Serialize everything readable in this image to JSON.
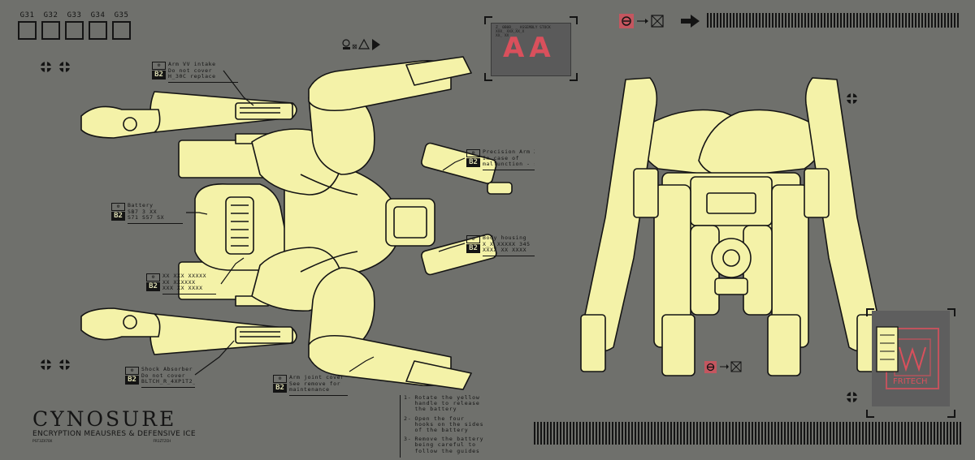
{
  "codes": [
    "G31",
    "G32",
    "G33",
    "G34",
    "G35"
  ],
  "warning_panel": {
    "big_text": "AA",
    "mini_lines": [
      "Z_ 0B0B_ _ ASSEMBLY STOCK",
      "XXX_ XXX_XX_X",
      "XX_ XX"
    ]
  },
  "callouts": [
    {
      "id": "arm-vii",
      "tag": "B2",
      "lines": [
        "Arm VV intake",
        "Do not cover",
        "H_30C replace"
      ]
    },
    {
      "id": "battery",
      "tag": "B2",
      "lines": [
        "Battery",
        "SB7 3 XX",
        "S71 S57 SX"
      ]
    },
    {
      "id": "joint-lower",
      "tag": "B2",
      "lines": [
        "XX XXX XXXXX",
        "XX XXXXXX",
        "XXX XX XXXX"
      ]
    },
    {
      "id": "shock",
      "tag": "B2",
      "lines": [
        "Shock Absorber",
        "Do not cover",
        "BLTCH_R_4XP1T2_"
      ]
    },
    {
      "id": "precision-arm",
      "tag": "B2",
      "lines": [
        "Precision Arm XV",
        "In case of",
        "malfunction - see"
      ]
    },
    {
      "id": "mid-right",
      "tag": "B2",
      "lines": [
        "Body housing",
        "X_X_XXXXX 345",
        "XXXX XX XXXX"
      ]
    },
    {
      "id": "arm-joint",
      "tag": "B2",
      "lines": [
        "Arm joint cover",
        "See remove for",
        "maintenance"
      ]
    }
  ],
  "logo": {
    "title": "CYNOSURE",
    "subtitle": "ENCRYPTION MEAUSRES & DEFENSIVE ICE",
    "code_left": "PST3ZX7OX",
    "code_right": "FR1ZTZCH"
  },
  "instructions": [
    {
      "num": "1-",
      "text": "Rotate the yellow handle to release the battery"
    },
    {
      "num": "2-",
      "text": "Open the four hooks on the sides of the battery"
    },
    {
      "num": "3-",
      "text": "Remove the battery being careful to follow the guides"
    }
  ],
  "stamp_text": "FRITECH",
  "colors": {
    "background": "#6f706c",
    "machine": "#f4f2a8",
    "ink": "#141414",
    "accent_red": "#d9505c"
  }
}
